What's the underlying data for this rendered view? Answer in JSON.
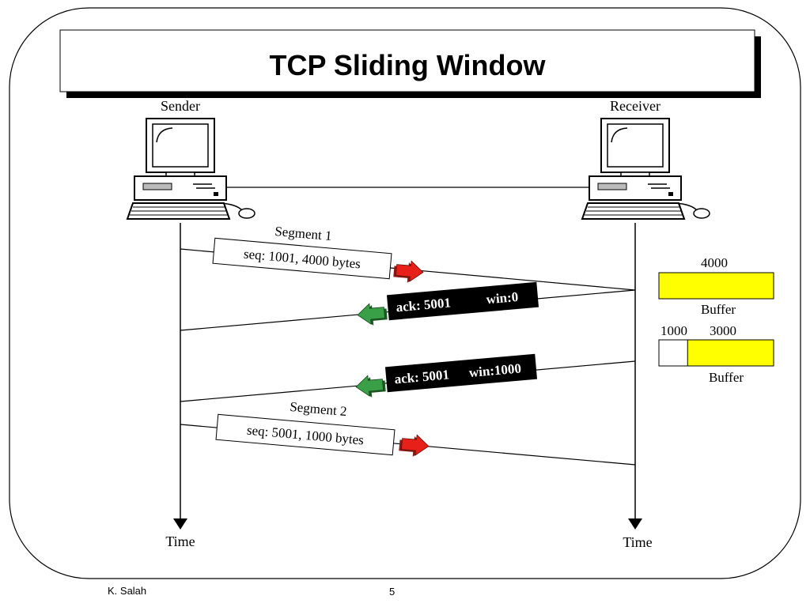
{
  "slide": {
    "title": "TCP Sliding Window",
    "footer_author": "K. Salah",
    "page_number": "5"
  },
  "diagram": {
    "sender_label": "Sender",
    "receiver_label": "Receiver",
    "time_label_left": "Time",
    "time_label_right": "Time",
    "segment1": {
      "name": "Segment 1",
      "text": "seq: 1001, 4000 bytes"
    },
    "ack1": {
      "ack": "ack: 5001",
      "win": "win:0"
    },
    "ack2": {
      "ack": "ack: 5001",
      "win": "win:1000"
    },
    "segment2": {
      "name": "Segment 2",
      "text": "seq: 5001, 1000  bytes"
    },
    "buffer1": {
      "size_label": "4000",
      "label": "Buffer",
      "filled_fraction": 1.0
    },
    "buffer2": {
      "free_label": "1000",
      "used_label": "3000",
      "label": "Buffer",
      "filled_fraction": 0.75
    }
  },
  "colors": {
    "buffer_fill": "#ffff00",
    "data_arrow": "#e8201a",
    "ack_arrow": "#3aa047",
    "ack_label_bg": "#000000"
  }
}
